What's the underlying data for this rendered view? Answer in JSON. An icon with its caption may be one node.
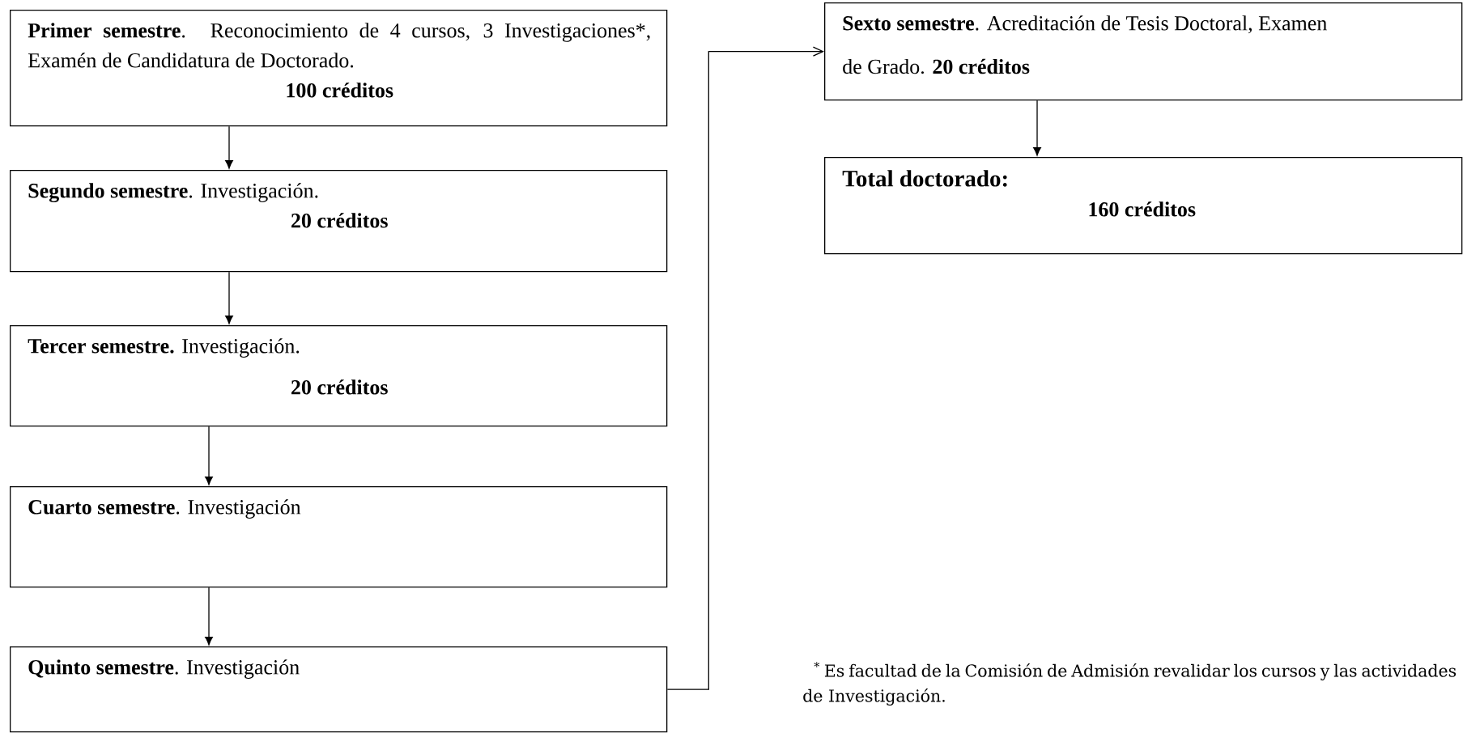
{
  "diagram": {
    "nodes": [
      {
        "text": [
          "**Primer semestre**. Reconocimiento de 4 cursos, 3 Investigaciones*, Examén de Candidatura de Doctorado.",
          "100 créditos"
        ]
      },
      {
        "text": [
          "**Segundo semestre**. Investigación.",
          "20 créditos"
        ]
      },
      {
        "text": [
          "**Tercer semestre.** Investigación.",
          "20 créditos"
        ]
      },
      {
        "text": [
          "**Cuarto semestre**. Investigación"
        ]
      },
      {
        "text": [
          "**Quinto semestre**. Investigación"
        ]
      },
      {
        "text": [
          "**Sexto semestre**. Acreditación de Tesis Doctoral, Examen de Grado. **20 créditos**"
        ]
      },
      {
        "text": [
          "Total doctorado:",
          "160 créditos"
        ]
      }
    ],
    "edges": [
      {
        "from": 0,
        "to": 1,
        "arrow": "to"
      },
      {
        "from": 1,
        "to": 2,
        "arrow": "to"
      },
      {
        "from": 2,
        "to": 3,
        "arrow": "to"
      },
      {
        "from": 3,
        "to": 4,
        "arrow": "to"
      },
      {
        "from": 4,
        "to": 5,
        "arrow": "to"
      },
      {
        "from": 5,
        "to": 6,
        "arrow": "to"
      }
    ],
    "labels": [
      "$^{*}$ Es facultad de la Comisión de Admisión revalidar los cursos y las actividades de Investigación."
    ]
  }
}
